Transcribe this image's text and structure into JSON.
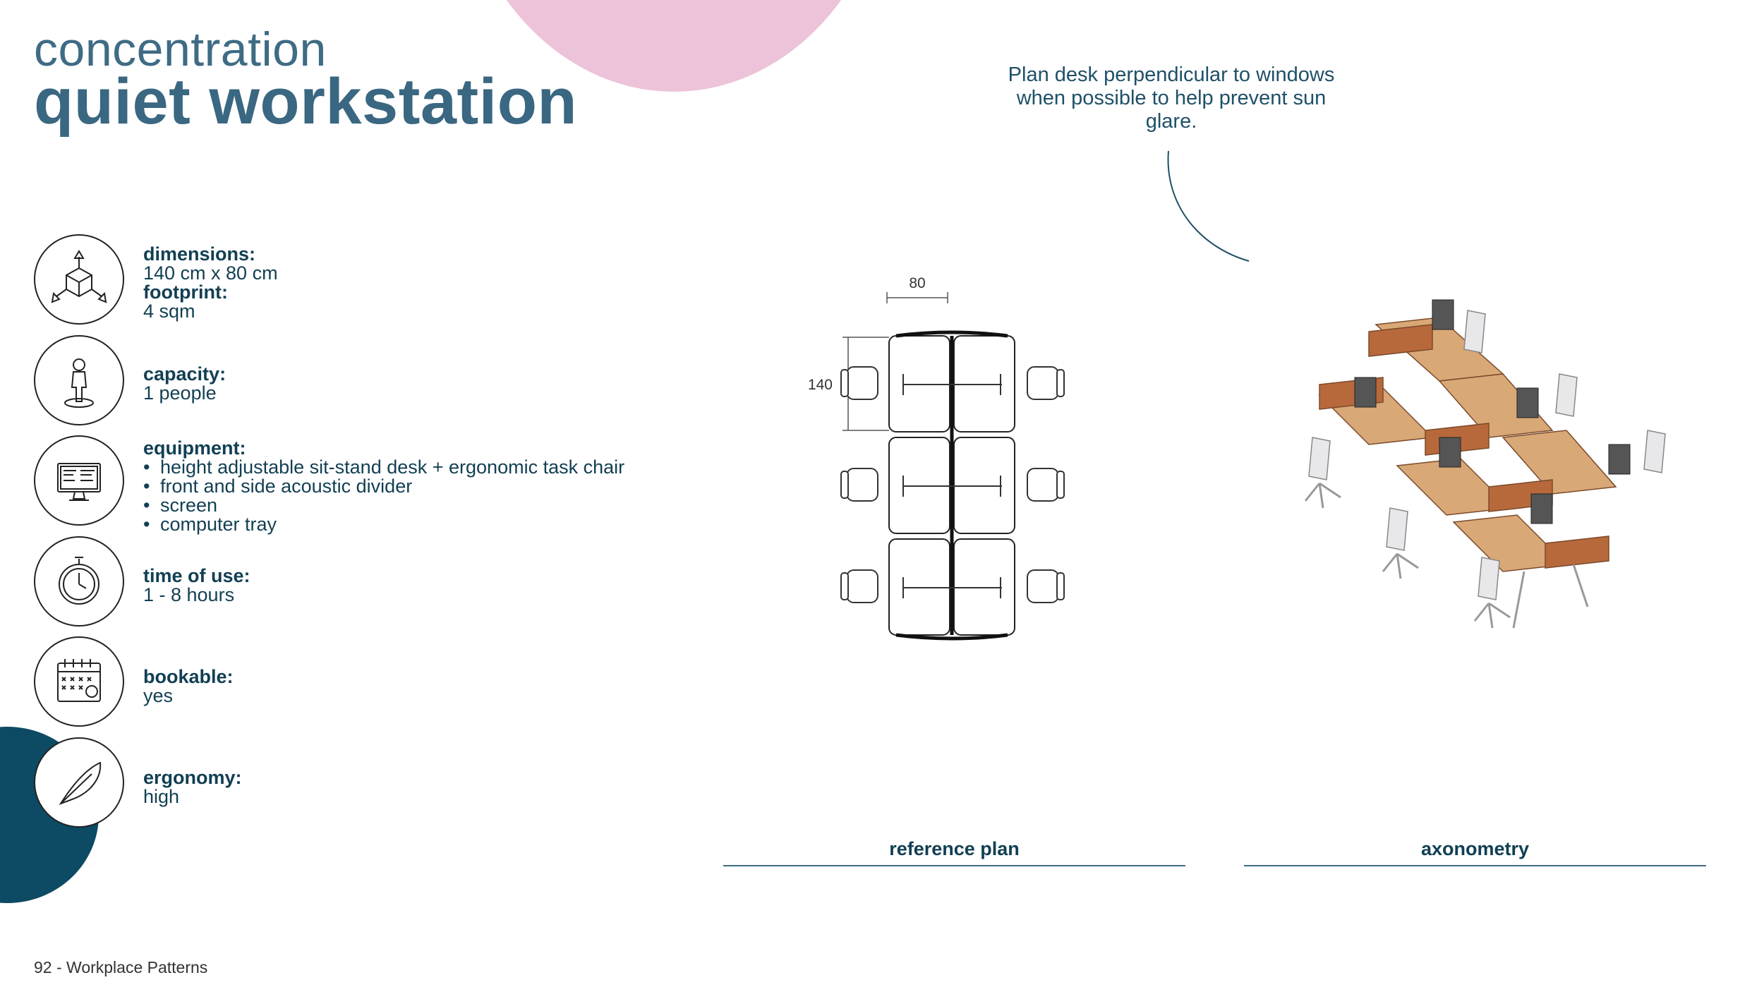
{
  "header": {
    "subtitle": "concentration",
    "title": "quiet workstation"
  },
  "note": {
    "text": "Plan desk perpendicular to windows when possible to help prevent sun glare."
  },
  "specs": {
    "dimensions": {
      "label": "dimensions:",
      "value": "140 cm x 80 cm"
    },
    "footprint": {
      "label": "footprint:",
      "value": "4 sqm"
    },
    "capacity": {
      "label": "capacity:",
      "value": "1 people"
    },
    "equipment": {
      "label": "equipment:",
      "items": [
        "height adjustable sit-stand desk + ergonomic task chair",
        "front and side acoustic divider",
        "screen",
        "computer tray"
      ]
    },
    "time_of_use": {
      "label": "time of use:",
      "value": "1 - 8 hours"
    },
    "bookable": {
      "label": "bookable:",
      "value": "yes"
    },
    "ergonomy": {
      "label": "ergonomy:",
      "value": "high"
    }
  },
  "icons": [
    "dimensions-cube-icon",
    "person-icon",
    "computer-screen-icon",
    "stopwatch-icon",
    "calendar-icon",
    "feather-icon"
  ],
  "plan": {
    "dim_width": "80",
    "dim_depth": "140",
    "caption": "reference plan"
  },
  "axonometry": {
    "caption": "axonometry"
  },
  "footer": {
    "text": "92 - Workplace Patterns"
  },
  "colors": {
    "navy": "#0d4a63",
    "title_blue": "#3a6781",
    "pink": "#ecc3d9",
    "wood": "#d9a877",
    "divider": "#b8693c"
  }
}
